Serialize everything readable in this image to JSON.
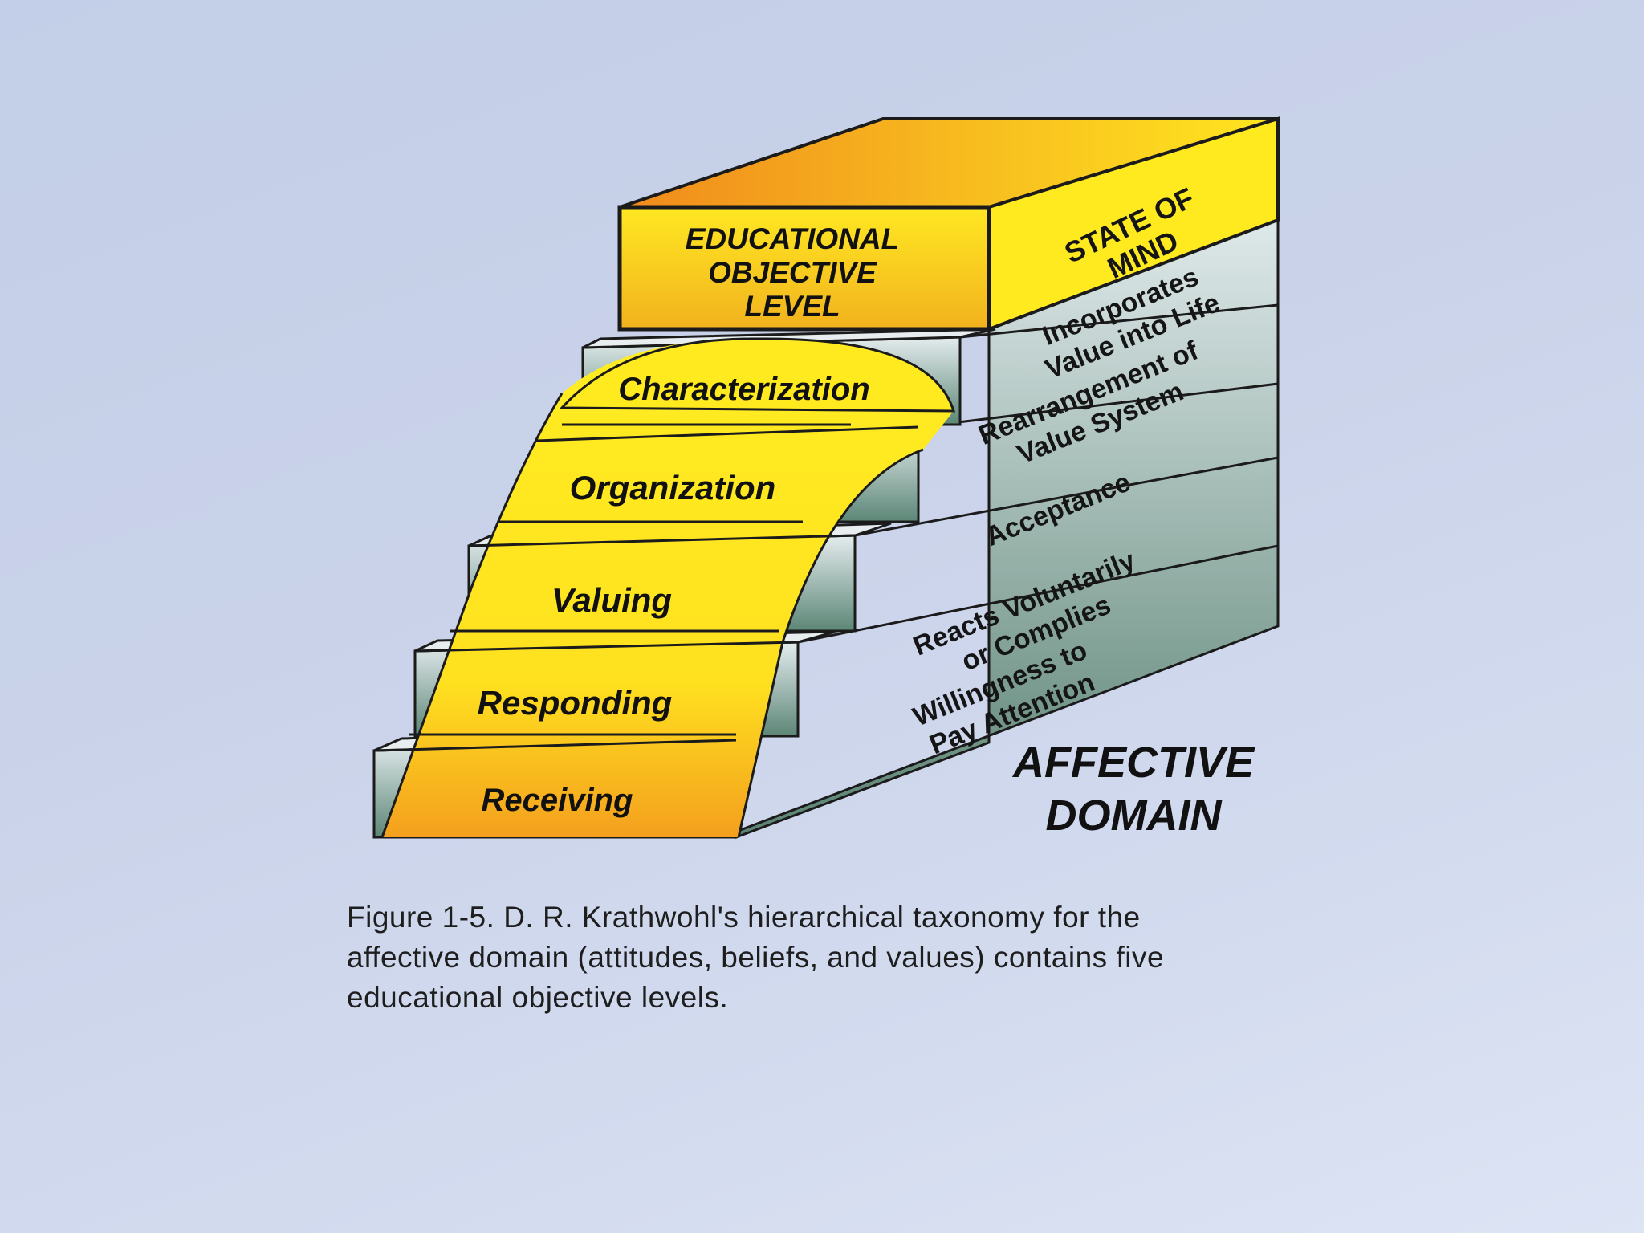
{
  "header": {
    "lines": [
      "EDUCATIONAL",
      "OBJECTIVE",
      "LEVEL"
    ],
    "side_lines": [
      "STATE OF",
      "MIND"
    ]
  },
  "levels": [
    {
      "name": "Characterization",
      "state_lines": [
        "Incorporates",
        "Value into Life"
      ]
    },
    {
      "name": "Organization",
      "state_lines": [
        "Rearrangement of",
        "Value System"
      ]
    },
    {
      "name": "Valuing",
      "state_lines": [
        "Acceptance"
      ]
    },
    {
      "name": "Responding",
      "state_lines": [
        "Reacts Voluntarily",
        "or Complies"
      ]
    },
    {
      "name": "Receiving",
      "state_lines": [
        "Willingness to",
        "Pay Attention"
      ]
    }
  ],
  "domain_label": [
    "AFFECTIVE",
    "DOMAIN"
  ],
  "caption_lines": [
    "Figure 1-5. D. R. Krathwohl's hierarchical taxonomy for the",
    "affective domain (attitudes, beliefs, and values) contains five",
    "educational objective levels."
  ],
  "colors": {
    "yellow": "#ffe91f",
    "orange": "#f39a1e",
    "slab_light": "#d6e3e6",
    "slab_dark": "#5b8373",
    "outline": "#1b1b1b"
  }
}
